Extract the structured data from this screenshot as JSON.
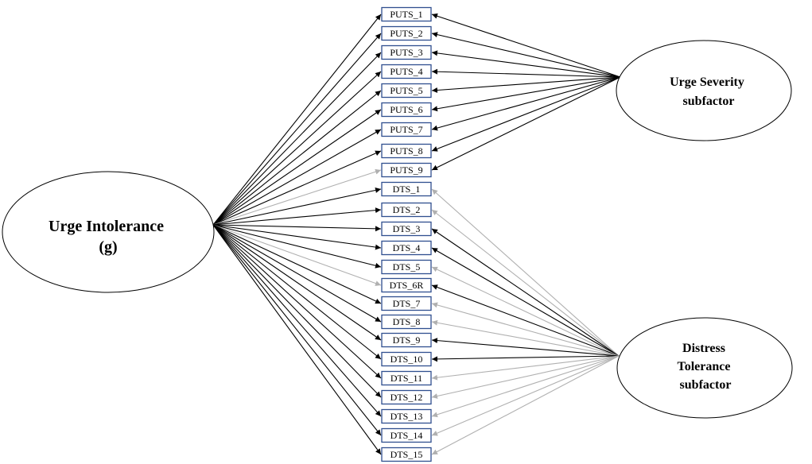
{
  "diagram": {
    "factors": {
      "general": {
        "lines": [
          "Urge Intolerance",
          "(g)"
        ]
      },
      "urge_severity": {
        "lines": [
          "Urge Severity",
          "subfactor"
        ]
      },
      "distress_tolerance": {
        "lines": [
          "Distress",
          "Tolerance",
          "subfactor"
        ]
      }
    },
    "colors": {
      "dark_path": "#000000",
      "light_path": "#b0b0b0",
      "box_border": "#2f4f8f"
    },
    "items": [
      {
        "label": "PUTS_1",
        "group": "urge_severity",
        "general_path": "dark",
        "sub_path": "dark"
      },
      {
        "label": "PUTS_2",
        "group": "urge_severity",
        "general_path": "dark",
        "sub_path": "dark"
      },
      {
        "label": "PUTS_3",
        "group": "urge_severity",
        "general_path": "dark",
        "sub_path": "dark"
      },
      {
        "label": "PUTS_4",
        "group": "urge_severity",
        "general_path": "dark",
        "sub_path": "dark"
      },
      {
        "label": "PUTS_5",
        "group": "urge_severity",
        "general_path": "dark",
        "sub_path": "dark"
      },
      {
        "label": "PUTS_6",
        "group": "urge_severity",
        "general_path": "dark",
        "sub_path": "dark"
      },
      {
        "label": "PUTS_7",
        "group": "urge_severity",
        "general_path": "dark",
        "sub_path": "dark"
      },
      {
        "label": "PUTS_8",
        "group": "urge_severity",
        "general_path": "dark",
        "sub_path": "dark"
      },
      {
        "label": "PUTS_9",
        "group": "urge_severity",
        "general_path": "light",
        "sub_path": "dark"
      },
      {
        "label": "DTS_1",
        "group": "distress_tolerance",
        "general_path": "dark",
        "sub_path": "light"
      },
      {
        "label": "DTS_2",
        "group": "distress_tolerance",
        "general_path": "dark",
        "sub_path": "light"
      },
      {
        "label": "DTS_3",
        "group": "distress_tolerance",
        "general_path": "dark",
        "sub_path": "dark"
      },
      {
        "label": "DTS_4",
        "group": "distress_tolerance",
        "general_path": "dark",
        "sub_path": "dark"
      },
      {
        "label": "DTS_5",
        "group": "distress_tolerance",
        "general_path": "dark",
        "sub_path": "light"
      },
      {
        "label": "DTS_6R",
        "group": "distress_tolerance",
        "general_path": "light",
        "sub_path": "dark"
      },
      {
        "label": "DTS_7",
        "group": "distress_tolerance",
        "general_path": "dark",
        "sub_path": "light"
      },
      {
        "label": "DTS_8",
        "group": "distress_tolerance",
        "general_path": "dark",
        "sub_path": "light"
      },
      {
        "label": "DTS_9",
        "group": "distress_tolerance",
        "general_path": "dark",
        "sub_path": "dark"
      },
      {
        "label": "DTS_10",
        "group": "distress_tolerance",
        "general_path": "dark",
        "sub_path": "dark"
      },
      {
        "label": "DTS_11",
        "group": "distress_tolerance",
        "general_path": "dark",
        "sub_path": "light"
      },
      {
        "label": "DTS_12",
        "group": "distress_tolerance",
        "general_path": "dark",
        "sub_path": "light"
      },
      {
        "label": "DTS_13",
        "group": "distress_tolerance",
        "general_path": "dark",
        "sub_path": "light"
      },
      {
        "label": "DTS_14",
        "group": "distress_tolerance",
        "general_path": "dark",
        "sub_path": "light"
      },
      {
        "label": "DTS_15",
        "group": "distress_tolerance",
        "general_path": "dark",
        "sub_path": "light"
      }
    ]
  }
}
